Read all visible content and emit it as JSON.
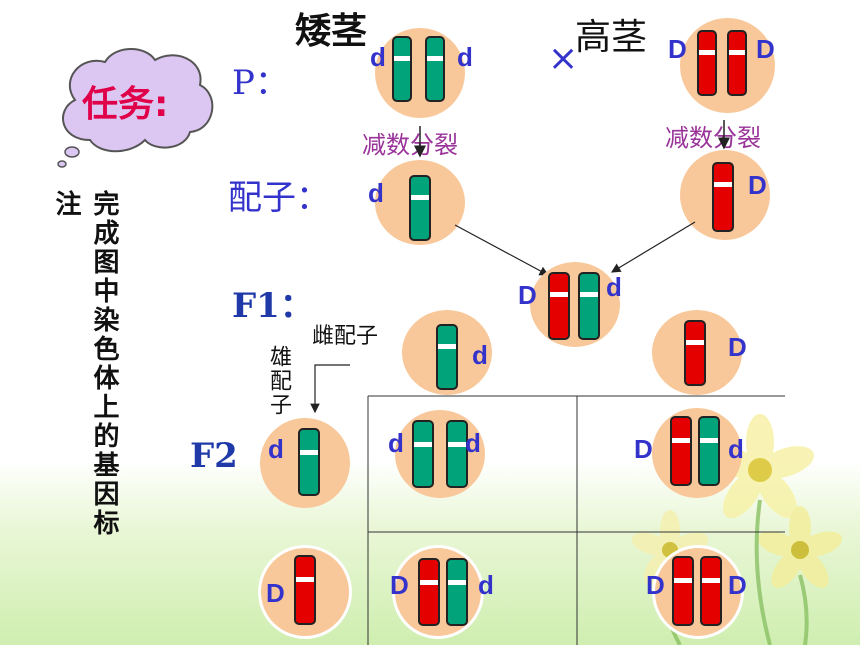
{
  "title": {
    "dwarf": "矮茎",
    "tall": "高茎",
    "cross": "×"
  },
  "task_cloud": "任务:",
  "note_label": "注",
  "note_text": "完成图中染色体上的基因标",
  "rows": {
    "p": "P：",
    "gamete": "配子：",
    "f1": "F1：",
    "f2": "F2"
  },
  "meiosis": "减数分裂",
  "female_gamete": "雌配子",
  "male_gamete": "雄配子",
  "alleles": {
    "d": "d",
    "D": "D"
  },
  "colors": {
    "dominant": "#e50000",
    "recessive": "#00a37a",
    "circle": "#f9c89a",
    "allele_text": "#3333cc",
    "meiosis_text": "#993399",
    "cloud_text": "#e0004a"
  }
}
